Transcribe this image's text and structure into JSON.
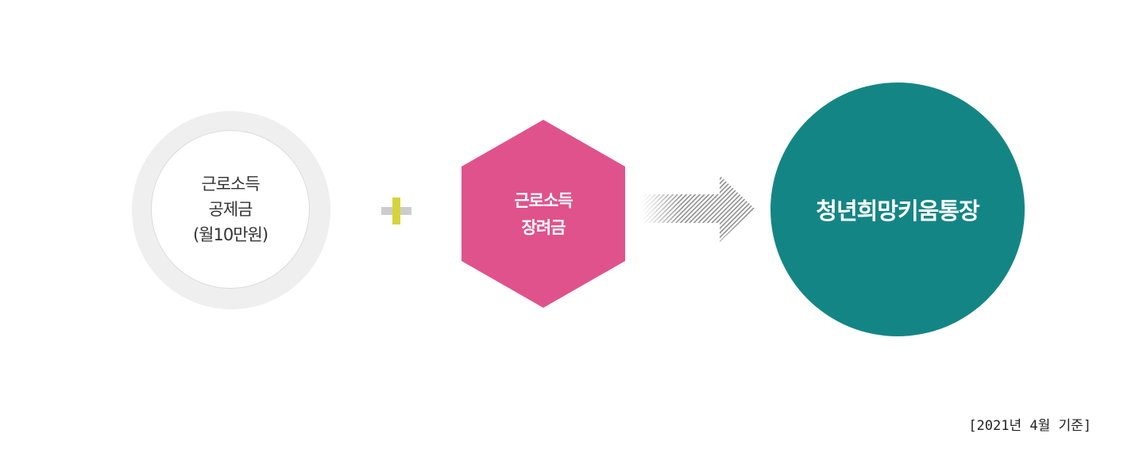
{
  "diagram": {
    "left_item": {
      "lines": [
        "근로소득",
        "공제금",
        "(월10만원)"
      ],
      "ring_color": "#efefef",
      "text_color": "#333333"
    },
    "operator": {
      "icon": "plus-icon",
      "color": "#d6d43a",
      "shadow_color": "#cccccc"
    },
    "middle_item": {
      "lines": [
        "근로소득",
        "장려금"
      ],
      "fill_color": "#e0528c"
    },
    "connector": {
      "icon": "hatched-arrow-icon",
      "color": "#999999"
    },
    "result_item": {
      "label": "청년희망키움통장",
      "fill_color": "#148585"
    }
  },
  "footnote": "[2021년 4월 기준]"
}
